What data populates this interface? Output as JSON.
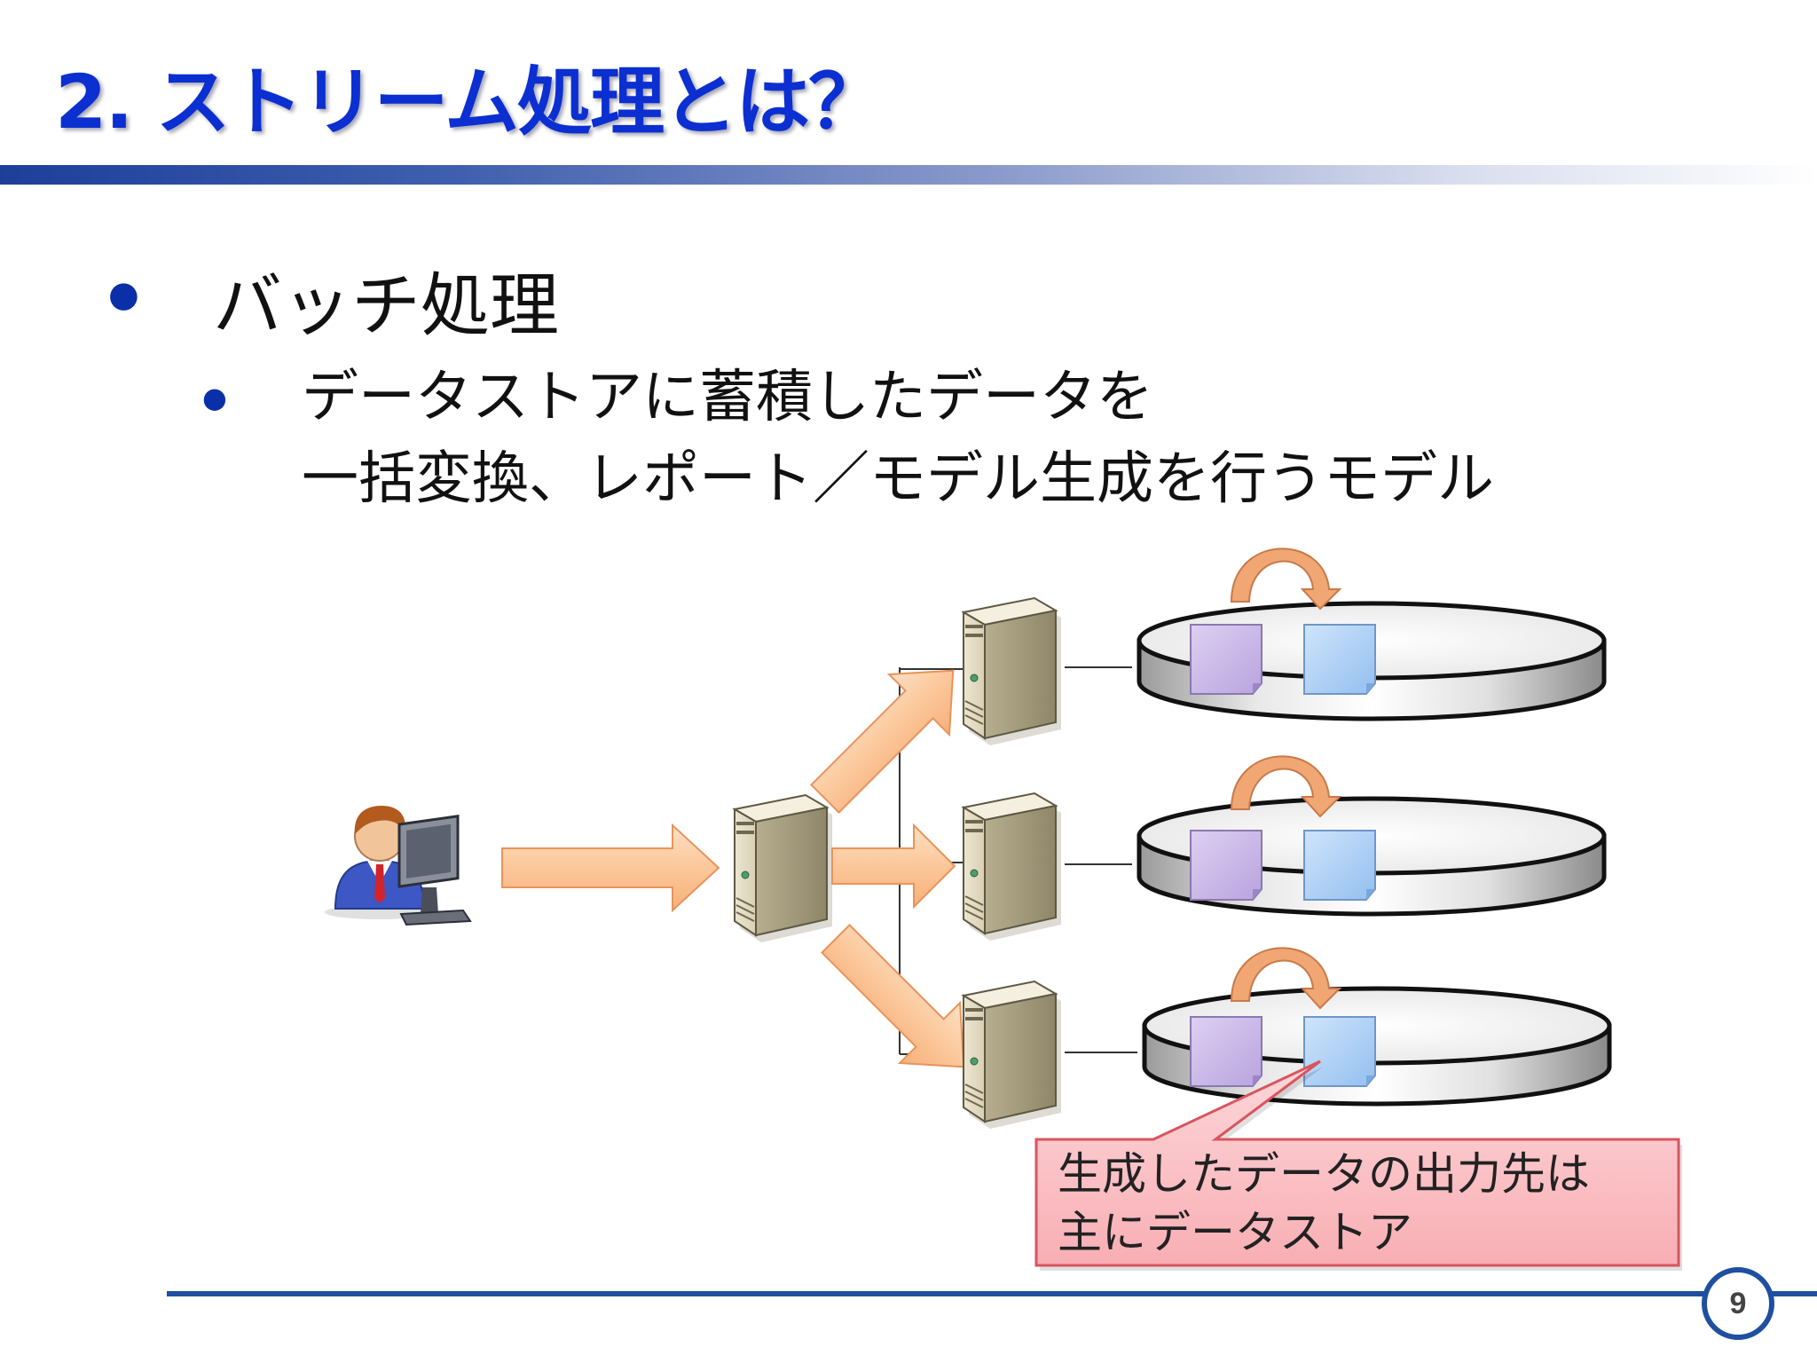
{
  "slide": {
    "title": "2. ストリーム処理とは？",
    "page_number": "9"
  },
  "bullets": {
    "level1": "バッチ処理",
    "level2_lines": [
      "データストアに蓄積したデータを",
      "一括変換、レポート／モデル生成を行うモデル"
    ]
  },
  "callout": {
    "lines": [
      "生成したデータの出力先は",
      "主にデータストア"
    ]
  },
  "diagram": {
    "nodes": [
      "user-at-computer",
      "dispatch-server",
      "worker-server",
      "worker-server",
      "worker-server"
    ],
    "datastores": 3,
    "colors": {
      "arrow_fill": "#fbc79a",
      "arrow_stroke": "#e8935b",
      "doc_source": "#c9b6e6",
      "doc_output": "#a9cdf5",
      "callout_fill": "#fbc2c6",
      "callout_stroke": "#d9555e"
    }
  }
}
